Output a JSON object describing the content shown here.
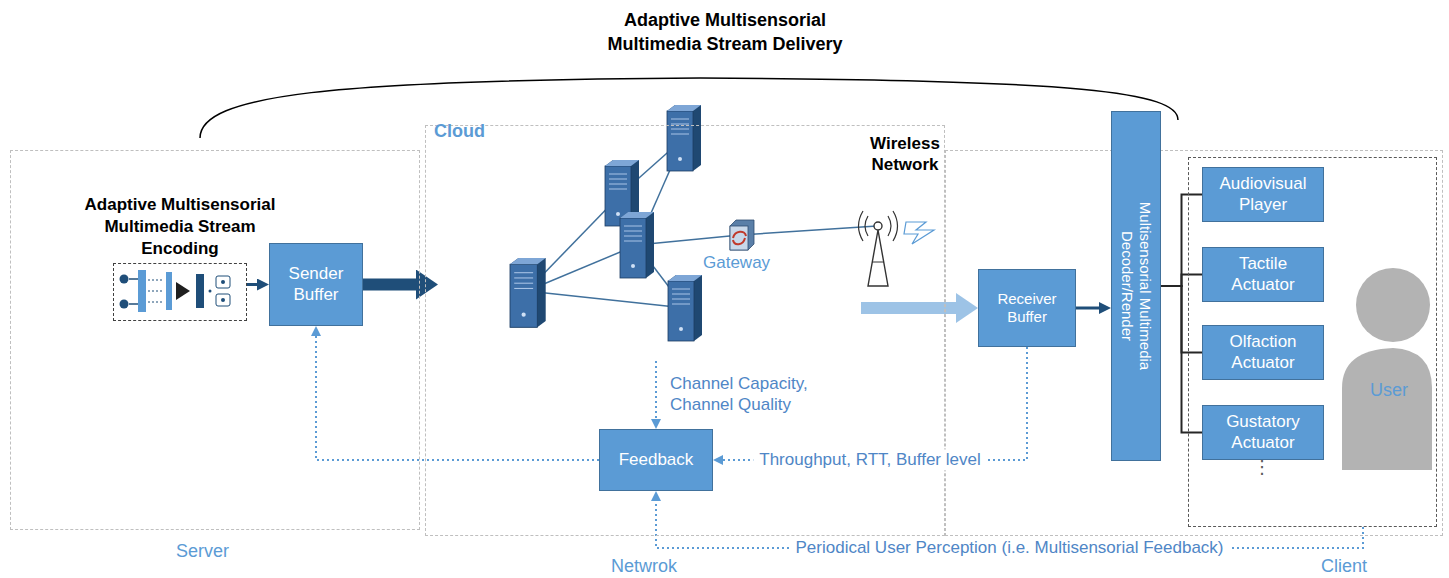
{
  "diagram": {
    "title": "Adaptive Multisensorial Multimedia Stream Delivery",
    "nodes": [
      {
        "text": [
          "Server"
        ]
      },
      {
        "text": [
          "Adaptive Multisensorial Multimedia Stream Encoding"
        ],
        "in": 0
      },
      {
        "text": [
          "Sender Buffer"
        ],
        "in": 0
      },
      {
        "text": [
          "Netwrok"
        ]
      },
      {
        "text": [
          "Cloud"
        ],
        "in": 3
      },
      {
        "text": [
          "Feedback"
        ],
        "in": 3
      },
      {
        "text": [
          "Client"
        ]
      },
      {
        "text": [
          "Receiver Buffer"
        ],
        "in": 6
      },
      {
        "text": [
          "Multisensorial Multimedia Decoder/Render"
        ],
        "in": 6
      },
      {
        "text": [
          "User"
        ],
        "in": 6
      },
      {
        "text": [
          "Audiovisual Player"
        ],
        "in": 9
      },
      {
        "text": [
          "Tactile Actuator"
        ],
        "in": 9
      },
      {
        "text": [
          "Olfaction Actuator"
        ],
        "in": 9
      },
      {
        "text": [
          "Gustatory Actuator"
        ],
        "in": 9
      }
    ],
    "edges": [
      {
        "from": 1,
        "to": 2,
        "arrow": "to"
      },
      {
        "from": 2,
        "to": 4,
        "arrow": "to"
      },
      {
        "from": 4,
        "to": 7,
        "arrow": "to"
      },
      {
        "from": 7,
        "to": 8,
        "arrow": "to"
      },
      {
        "from": 8,
        "to": 10,
        "arrow": "none"
      },
      {
        "from": 8,
        "to": 11,
        "arrow": "none"
      },
      {
        "from": 8,
        "to": 12,
        "arrow": "none"
      },
      {
        "from": 8,
        "to": 13,
        "arrow": "none"
      },
      {
        "from": 4,
        "to": 5,
        "arrow": "to",
        "label": "Channel Capacity, Channel Quality"
      },
      {
        "from": 7,
        "to": 5,
        "arrow": "to",
        "label": "Throughput, RTT, Buffer level"
      },
      {
        "from": 9,
        "to": 5,
        "arrow": "to",
        "label": "Periodical User Perception (i.e. Multisensorial Feedback)"
      },
      {
        "from": 5,
        "to": 2,
        "arrow": "to"
      }
    ],
    "labels": [
      "Wireless Network",
      "Gateway",
      "⋮"
    ]
  }
}
